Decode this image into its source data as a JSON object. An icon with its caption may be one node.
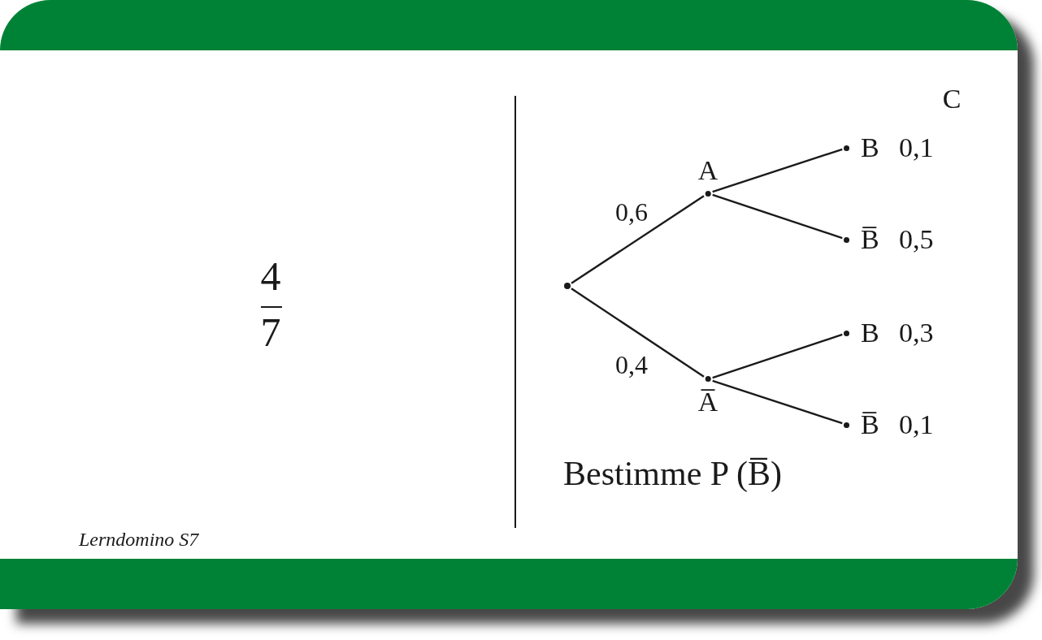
{
  "diagram": {
    "nodes": [
      {
        "text": [],
        "shape": "circle"
      },
      {
        "text": [
          "A"
        ]
      },
      {
        "text": [
          "A̅"
        ]
      },
      {
        "text": [
          "B"
        ],
        "beside": [
          "0,1"
        ]
      },
      {
        "text": [
          "B̅"
        ],
        "beside": [
          "0,5"
        ]
      },
      {
        "text": [
          "B"
        ],
        "beside": [
          "0,3"
        ]
      },
      {
        "text": [
          "B̅"
        ],
        "beside": [
          "0,1"
        ]
      }
    ],
    "edges": [
      {
        "from": 0,
        "to": 1,
        "arrow": "none",
        "label": "0,6"
      },
      {
        "from": 0,
        "to": 2,
        "arrow": "none",
        "label": "0,4"
      },
      {
        "from": 1,
        "to": 3,
        "arrow": "none"
      },
      {
        "from": 1,
        "to": 4,
        "arrow": "none"
      },
      {
        "from": 2,
        "to": 5,
        "arrow": "none"
      },
      {
        "from": 2,
        "to": 6,
        "arrow": "none"
      }
    ],
    "labels": [
      "4",
      "7",
      "C",
      "Bestimme P (B̅)",
      "Lerndomino S7"
    ]
  }
}
